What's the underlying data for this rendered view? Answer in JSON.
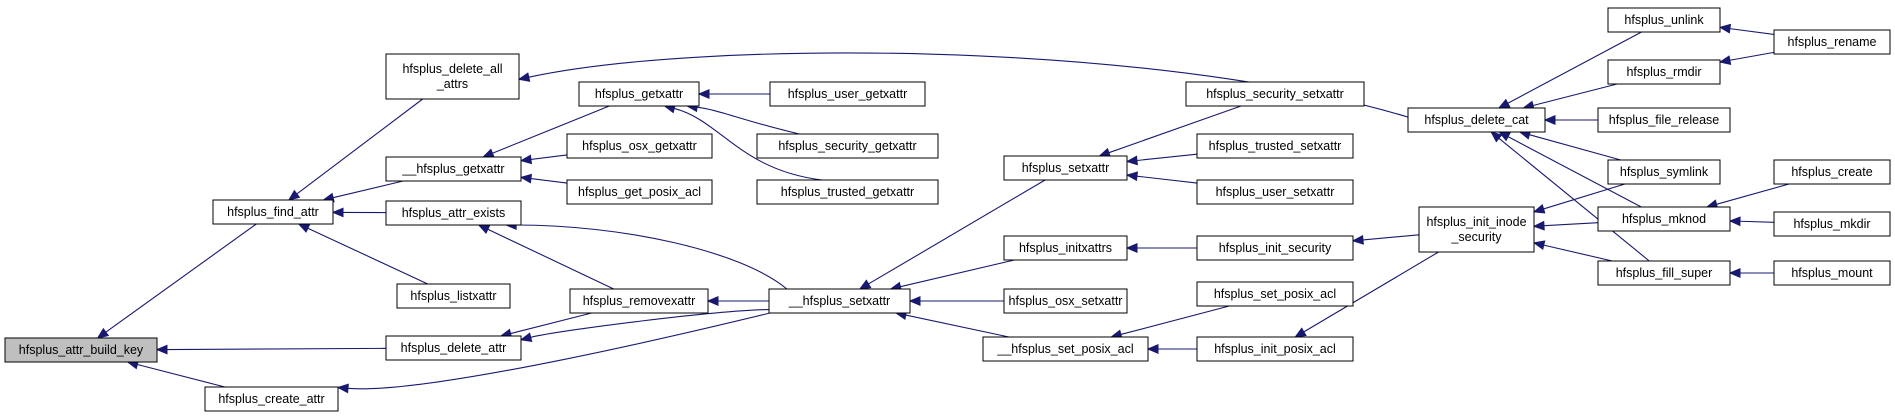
{
  "graph": {
    "nodes": [
      {
        "id": "n0",
        "lines": [
          "hfsplus_attr_build_key"
        ],
        "root": true
      },
      {
        "id": "n1",
        "lines": [
          "hfsplus_find_attr"
        ]
      },
      {
        "id": "n2",
        "lines": [
          "hfsplus_create_attr"
        ]
      },
      {
        "id": "n3",
        "lines": [
          "hfsplus_delete_attr"
        ]
      },
      {
        "id": "n4",
        "lines": [
          "hfsplus_delete_all",
          "_attrs"
        ]
      },
      {
        "id": "n5",
        "lines": [
          "__hfsplus_getxattr"
        ]
      },
      {
        "id": "n6",
        "lines": [
          "hfsplus_attr_exists"
        ]
      },
      {
        "id": "n7",
        "lines": [
          "hfsplus_listxattr"
        ]
      },
      {
        "id": "n8",
        "lines": [
          "hfsplus_removexattr"
        ]
      },
      {
        "id": "n9",
        "lines": [
          "hfsplus_getxattr"
        ]
      },
      {
        "id": "n10",
        "lines": [
          "hfsplus_osx_getxattr"
        ]
      },
      {
        "id": "n11",
        "lines": [
          "hfsplus_get_posix_acl"
        ]
      },
      {
        "id": "n12",
        "lines": [
          "__hfsplus_setxattr"
        ]
      },
      {
        "id": "n13",
        "lines": [
          "hfsplus_user_getxattr"
        ]
      },
      {
        "id": "n14",
        "lines": [
          "hfsplus_security_getxattr"
        ]
      },
      {
        "id": "n15",
        "lines": [
          "hfsplus_trusted_getxattr"
        ]
      },
      {
        "id": "n16",
        "lines": [
          "hfsplus_setxattr"
        ]
      },
      {
        "id": "n17",
        "lines": [
          "hfsplus_initxattrs"
        ]
      },
      {
        "id": "n18",
        "lines": [
          "hfsplus_osx_setxattr"
        ]
      },
      {
        "id": "n19",
        "lines": [
          "__hfsplus_set_posix_acl"
        ]
      },
      {
        "id": "n20",
        "lines": [
          "hfsplus_security_setxattr"
        ]
      },
      {
        "id": "n21",
        "lines": [
          "hfsplus_trusted_setxattr"
        ]
      },
      {
        "id": "n22",
        "lines": [
          "hfsplus_user_setxattr"
        ]
      },
      {
        "id": "n23",
        "lines": [
          "hfsplus_init_security"
        ]
      },
      {
        "id": "n24",
        "lines": [
          "hfsplus_set_posix_acl"
        ]
      },
      {
        "id": "n25",
        "lines": [
          "hfsplus_init_posix_acl"
        ]
      },
      {
        "id": "n26",
        "lines": [
          "hfsplus_delete_cat"
        ]
      },
      {
        "id": "n27",
        "lines": [
          "hfsplus_init_inode",
          "_security"
        ]
      },
      {
        "id": "n28",
        "lines": [
          "hfsplus_unlink"
        ]
      },
      {
        "id": "n29",
        "lines": [
          "hfsplus_rmdir"
        ]
      },
      {
        "id": "n30",
        "lines": [
          "hfsplus_file_release"
        ]
      },
      {
        "id": "n31",
        "lines": [
          "hfsplus_symlink"
        ]
      },
      {
        "id": "n32",
        "lines": [
          "hfsplus_mknod"
        ]
      },
      {
        "id": "n33",
        "lines": [
          "hfsplus_fill_super"
        ]
      },
      {
        "id": "n34",
        "lines": [
          "hfsplus_rename"
        ]
      },
      {
        "id": "n35",
        "lines": [
          "hfsplus_create"
        ]
      },
      {
        "id": "n36",
        "lines": [
          "hfsplus_mkdir"
        ]
      },
      {
        "id": "n37",
        "lines": [
          "hfsplus_mount"
        ]
      }
    ],
    "edges": [
      [
        "n1",
        "n0"
      ],
      [
        "n2",
        "n0"
      ],
      [
        "n3",
        "n0"
      ],
      [
        "n4",
        "n1"
      ],
      [
        "n5",
        "n1"
      ],
      [
        "n6",
        "n1"
      ],
      [
        "n7",
        "n1"
      ],
      [
        "n8",
        "n3"
      ],
      [
        "n12",
        "n3"
      ],
      [
        "n12",
        "n2"
      ],
      [
        "n9",
        "n5"
      ],
      [
        "n10",
        "n5"
      ],
      [
        "n11",
        "n5"
      ],
      [
        "n8",
        "n6"
      ],
      [
        "n12",
        "n6"
      ],
      [
        "n12",
        "n8"
      ],
      [
        "n13",
        "n9"
      ],
      [
        "n14",
        "n9"
      ],
      [
        "n15",
        "n9"
      ],
      [
        "n16",
        "n12"
      ],
      [
        "n17",
        "n12"
      ],
      [
        "n18",
        "n12"
      ],
      [
        "n19",
        "n12"
      ],
      [
        "n20",
        "n16"
      ],
      [
        "n21",
        "n16"
      ],
      [
        "n22",
        "n16"
      ],
      [
        "n23",
        "n17"
      ],
      [
        "n24",
        "n19"
      ],
      [
        "n25",
        "n19"
      ],
      [
        "n26",
        "n4"
      ],
      [
        "n27",
        "n23"
      ],
      [
        "n27",
        "n25"
      ],
      [
        "n28",
        "n26"
      ],
      [
        "n29",
        "n26"
      ],
      [
        "n30",
        "n26"
      ],
      [
        "n31",
        "n26"
      ],
      [
        "n32",
        "n26"
      ],
      [
        "n33",
        "n26"
      ],
      [
        "n31",
        "n27"
      ],
      [
        "n32",
        "n27"
      ],
      [
        "n33",
        "n27"
      ],
      [
        "n34",
        "n28"
      ],
      [
        "n34",
        "n29"
      ],
      [
        "n35",
        "n32"
      ],
      [
        "n36",
        "n32"
      ],
      [
        "n37",
        "n33"
      ]
    ]
  }
}
